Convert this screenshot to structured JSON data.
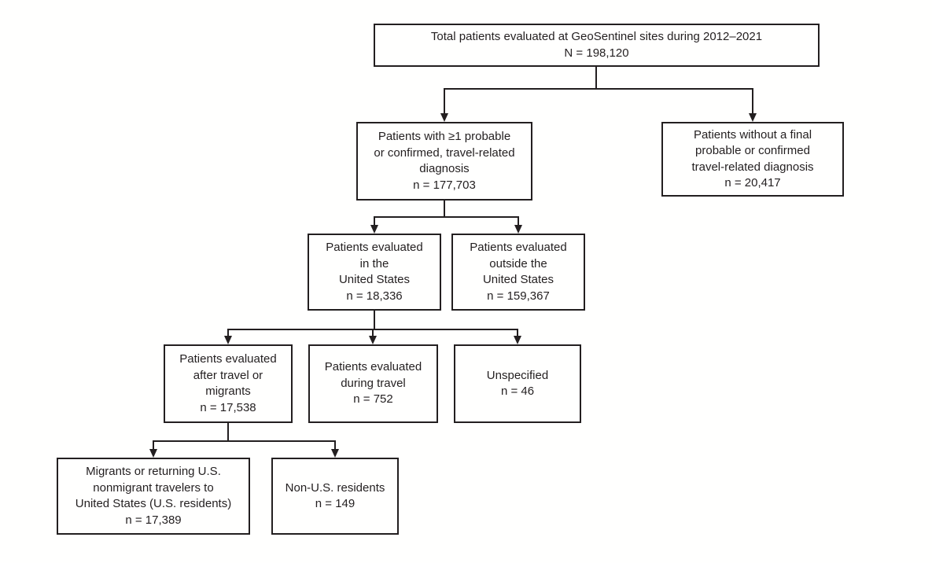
{
  "figure": {
    "type": "flowchart",
    "background_color": "#ffffff",
    "line_color": "#231f20"
  },
  "nodes": {
    "total": {
      "label": "Total patients evaluated at GeoSentinel sites during 2012–2021",
      "count": "N = 198,120"
    },
    "with_diagnosis": {
      "label": "Patients with ≥1 probable\nor confirmed, travel-related\ndiagnosis",
      "count": "n = 177,703"
    },
    "without_diagnosis": {
      "label": "Patients without a final\nprobable or confirmed\ntravel-related diagnosis",
      "count": "n = 20,417"
    },
    "in_us": {
      "label": "Patients evaluated\nin the\nUnited States",
      "count": "n = 18,336"
    },
    "outside_us": {
      "label": "Patients evaluated\noutside the\nUnited States",
      "count": "n = 159,367"
    },
    "after_travel": {
      "label": "Patients evaluated\nafter travel or\nmigrants",
      "count": "n = 17,538"
    },
    "during_travel": {
      "label": "Patients evaluated\nduring travel",
      "count": "n = 752"
    },
    "unspecified": {
      "label": "Unspecified",
      "count": "n = 46"
    },
    "us_residents": {
      "label": "Migrants or returning U.S.\nnonmigrant travelers to\nUnited States (U.S. residents)",
      "count": "n = 17,389"
    },
    "non_us_residents": {
      "label": "Non-U.S. residents",
      "count": "n = 149"
    }
  }
}
